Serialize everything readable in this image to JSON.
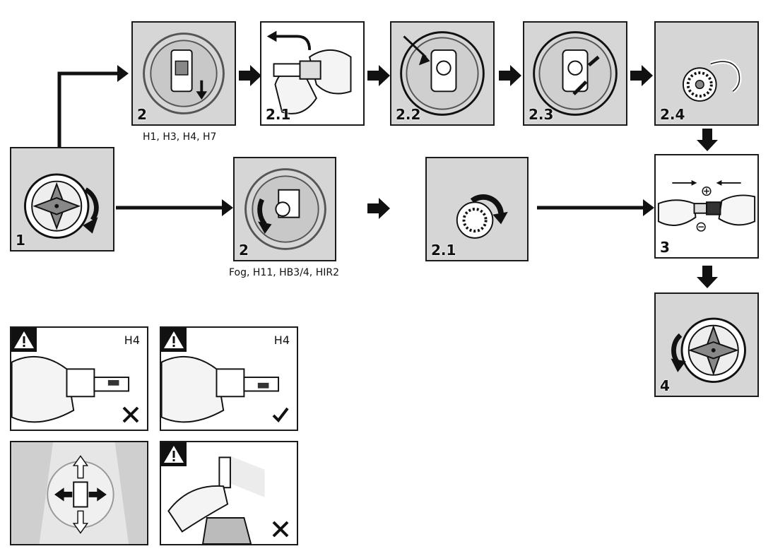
{
  "panels": {
    "p1": {
      "step": "1"
    },
    "p2a": {
      "step": "2"
    },
    "p21a": {
      "step": "2.1"
    },
    "p22": {
      "step": "2.2"
    },
    "p23": {
      "step": "2.3"
    },
    "p24": {
      "step": "2.4"
    },
    "p2b": {
      "step": "2"
    },
    "p21b": {
      "step": "2.1"
    },
    "p3": {
      "step": "3"
    },
    "p4": {
      "step": "4"
    }
  },
  "captions": {
    "upper_types": "H1, H3, H4, H7",
    "lower_types": "Fog, H11, HB3/4, HIR2"
  },
  "warnings": {
    "w1": {
      "tag": "H4",
      "result_icon": "cross-icon"
    },
    "w2": {
      "tag": "H4",
      "result_icon": "check-icon"
    },
    "w3": {
      "icon": "direction-arrows-icon"
    },
    "w4": {
      "result_icon": "cross-icon"
    }
  },
  "colors": {
    "panel_bg": "#d6d6d6",
    "line": "#1a1a1a"
  }
}
